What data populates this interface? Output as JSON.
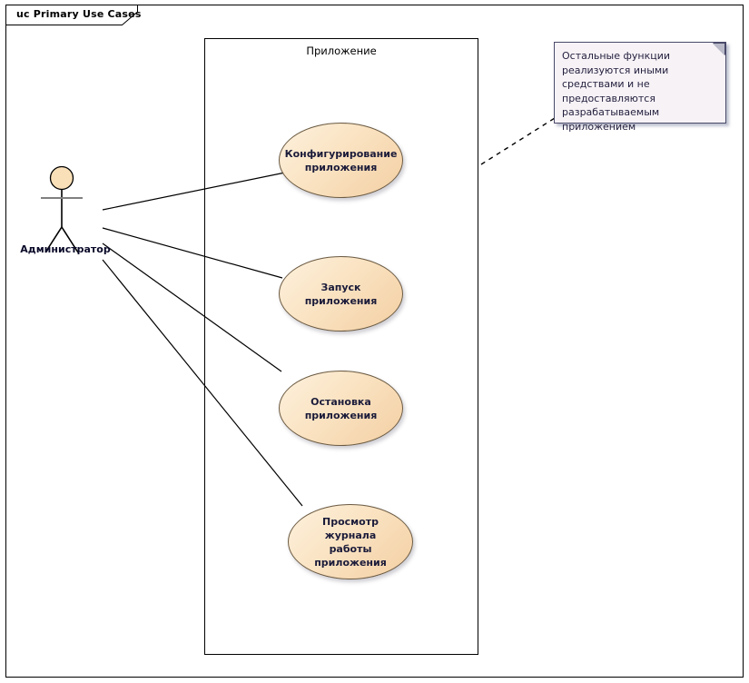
{
  "frame": {
    "title": "uc Primary Use Cases",
    "keyword": "uc",
    "name": "Primary Use Cases"
  },
  "boundary": {
    "label": "Приложение",
    "name": "system-boundary"
  },
  "actor": {
    "label": "Администратор",
    "icon": "stick-figure-actor-icon",
    "head_fill": "#fae0b8",
    "stroke": "#000000"
  },
  "use_cases": [
    {
      "id": "uc-configure",
      "label": "Конфигурирование\nприложения"
    },
    {
      "id": "uc-start",
      "label": "Запуск приложения"
    },
    {
      "id": "uc-stop",
      "label": "Остановка\nприложения"
    },
    {
      "id": "uc-view-log",
      "label": "Просмотр журнала\nработы приложения"
    }
  ],
  "associations": [
    {
      "from": "actor",
      "to": "uc-configure"
    },
    {
      "from": "actor",
      "to": "uc-start"
    },
    {
      "from": "actor",
      "to": "uc-stop"
    },
    {
      "from": "actor",
      "to": "uc-view-log"
    }
  ],
  "note": {
    "text": "Остальные функции реализуются иными средствами и не предоставляются разрабатываемым приложением",
    "anchor": "system-boundary",
    "link_style": "dashed"
  },
  "colors": {
    "use_case_fill": "#fae3c2",
    "use_case_stroke": "#6b5a42",
    "note_fill": "#f6f2f6",
    "note_stroke": "#4a4a6a",
    "line": "#000000",
    "background": "#ffffff",
    "label_text": "#1b1b3a"
  }
}
